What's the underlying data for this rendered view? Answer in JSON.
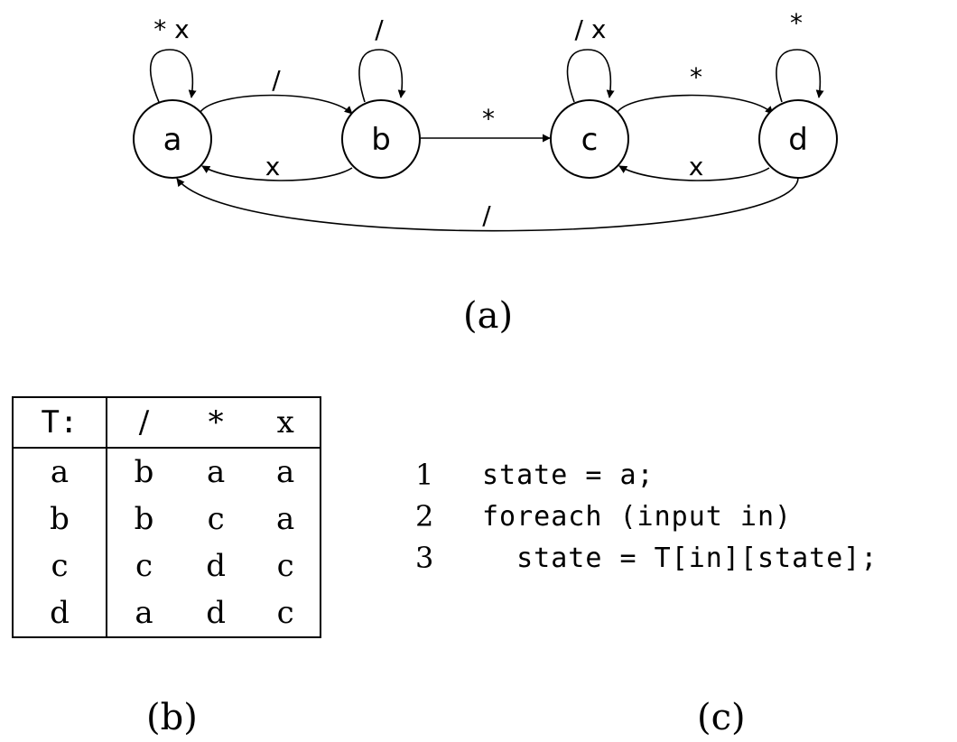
{
  "diagram": {
    "states": [
      "a",
      "b",
      "c",
      "d"
    ],
    "edges": [
      {
        "from": "a",
        "to": "a",
        "label": "* x"
      },
      {
        "from": "a",
        "to": "b",
        "label": "/"
      },
      {
        "from": "b",
        "to": "a",
        "label": "x"
      },
      {
        "from": "b",
        "to": "b",
        "label": "/"
      },
      {
        "from": "b",
        "to": "c",
        "label": "*"
      },
      {
        "from": "c",
        "to": "c",
        "label": "/ x"
      },
      {
        "from": "c",
        "to": "d",
        "label": "*"
      },
      {
        "from": "d",
        "to": "c",
        "label": "x"
      },
      {
        "from": "d",
        "to": "d",
        "label": "*"
      },
      {
        "from": "d",
        "to": "a",
        "label": "/"
      }
    ]
  },
  "captions": {
    "a": "(a)",
    "b": "(b)",
    "c": "(c)"
  },
  "table": {
    "corner": "T:",
    "columns": [
      "/",
      "*",
      "x"
    ],
    "rows": [
      {
        "state": "a",
        "cells": [
          "b",
          "a",
          "a"
        ]
      },
      {
        "state": "b",
        "cells": [
          "b",
          "c",
          "a"
        ]
      },
      {
        "state": "c",
        "cells": [
          "c",
          "d",
          "c"
        ]
      },
      {
        "state": "d",
        "cells": [
          "a",
          "d",
          "c"
        ]
      }
    ]
  },
  "code": {
    "lines": [
      {
        "no": "1",
        "text": "state = a;"
      },
      {
        "no": "2",
        "text": "foreach (input in)"
      },
      {
        "no": "3",
        "text": "  state = T[in][state];"
      }
    ]
  }
}
